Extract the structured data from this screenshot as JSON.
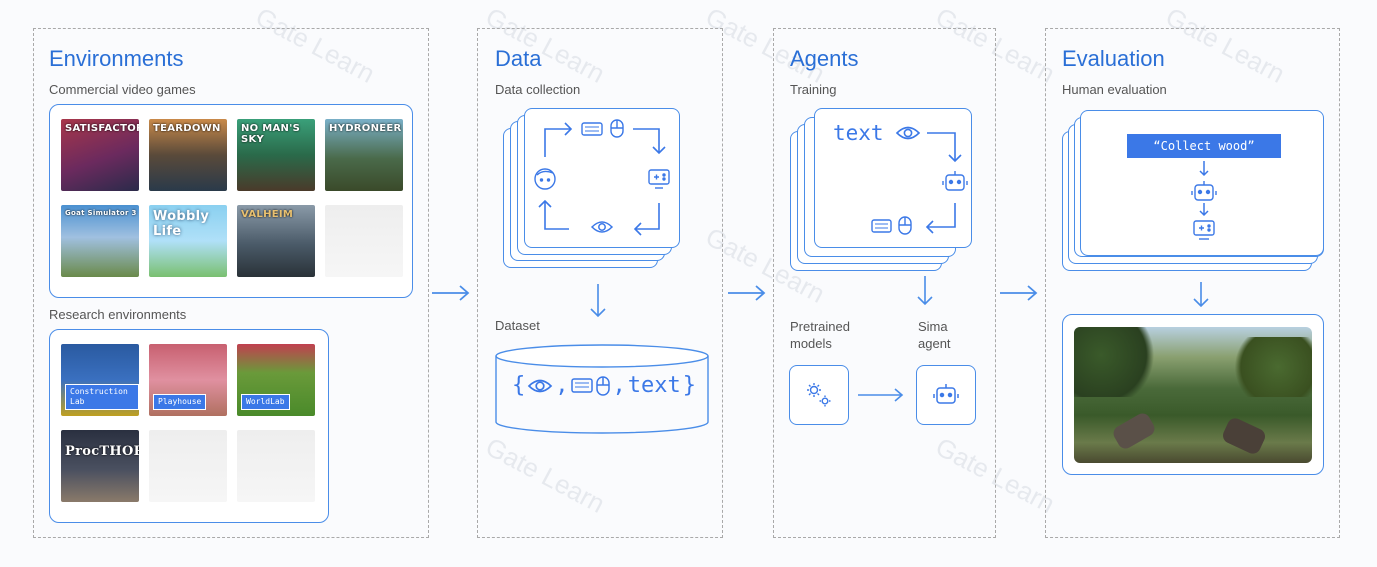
{
  "environments": {
    "title": "Environments",
    "commercial_label": "Commercial video games",
    "games": [
      "SATISFACTORY",
      "TEARDOWN",
      "NO MAN'S SKY",
      "HYDRONEER",
      "Goat Simulator 3",
      "Wobbly Life",
      "VALHEIM"
    ],
    "research_label": "Research environments",
    "research": [
      "Construction Lab",
      "Playhouse",
      "WorldLab",
      "ProcTHOR"
    ]
  },
  "data": {
    "title": "Data",
    "collection_label": "Data collection",
    "dataset_label": "Dataset",
    "dataset_text": "text"
  },
  "agents": {
    "title": "Agents",
    "training_label": "Training",
    "text_token": "text",
    "pretrained_label": "Pretrained models",
    "sima_label": "Sima agent"
  },
  "evaluation": {
    "title": "Evaluation",
    "human_label": "Human evaluation",
    "instruction": "“Collect wood”"
  },
  "watermark": "Gate Learn",
  "colors": {
    "accent": "#2a6fd6",
    "line": "#4a8de8",
    "dashed": "#a9a9a9"
  },
  "icons": [
    "keyboard-icon",
    "mouse-icon",
    "eye-icon",
    "face-icon",
    "gamepad-icon",
    "robot-icon",
    "gears-icon"
  ]
}
